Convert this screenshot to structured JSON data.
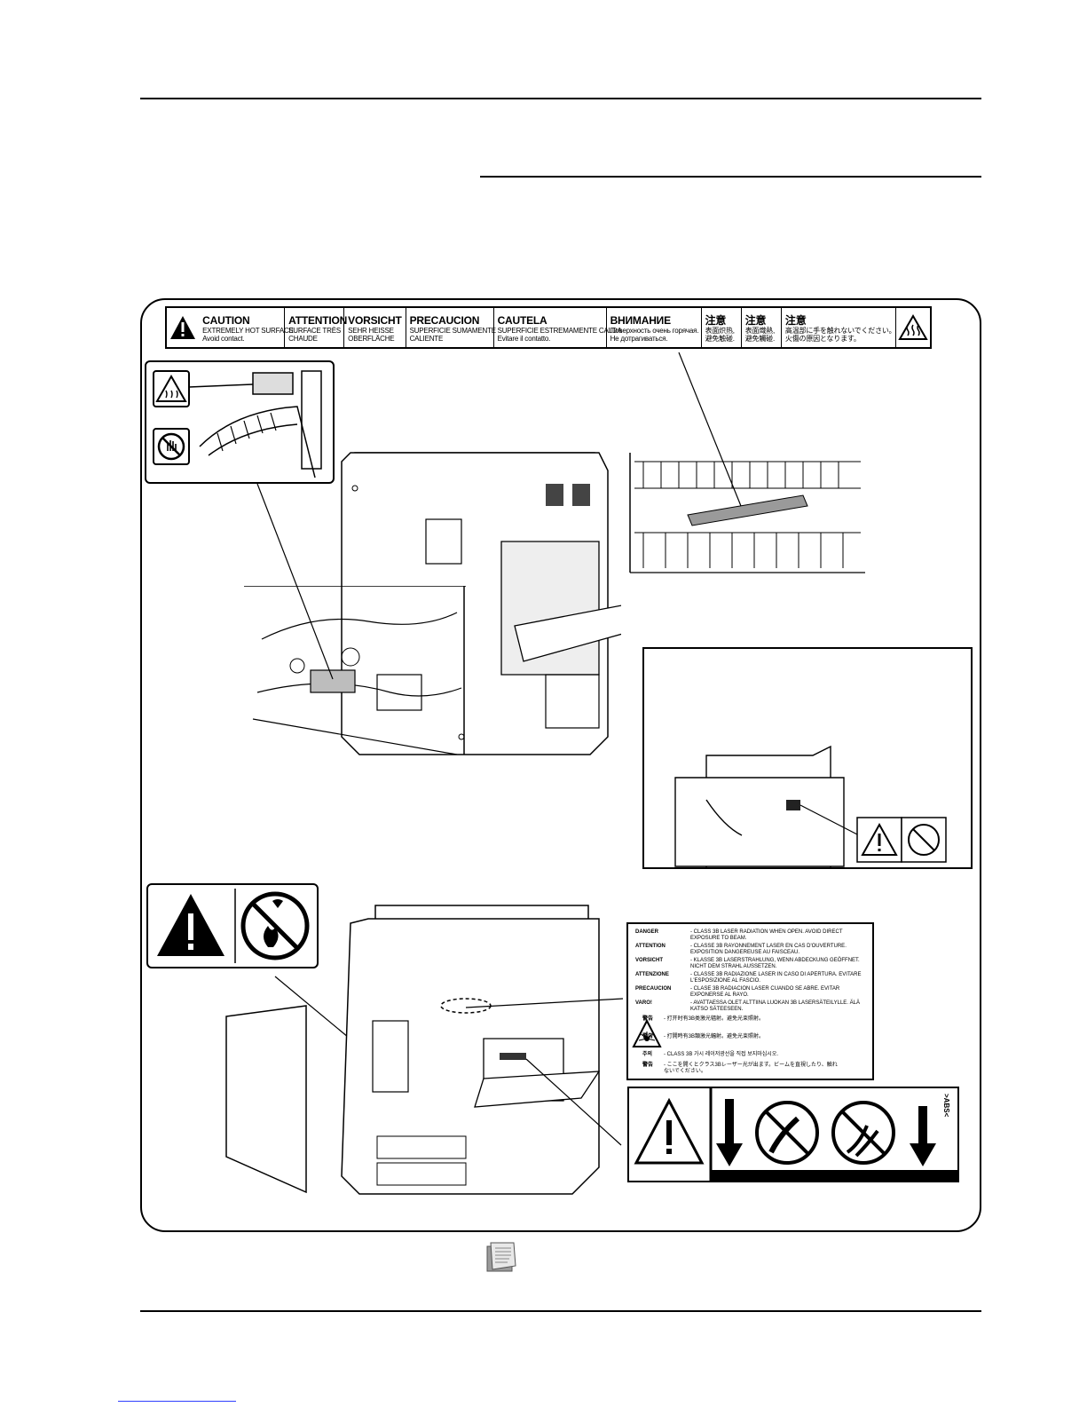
{
  "banner": {
    "cells": [
      {
        "h": "CAUTION",
        "b1": "EXTREMELY HOT SURFACE",
        "b2": "Avoid contact."
      },
      {
        "h": "ATTENTION",
        "b1": "SURFACE TRÈS",
        "b2": "CHAUDE"
      },
      {
        "h": "VORSICHT",
        "b1": "SEHR HEISSE",
        "b2": "OBERFLÄCHE"
      },
      {
        "h": "PRECAUCION",
        "b1": "SUPERFICIE SUMAMENTE",
        "b2": "CALIENTE"
      },
      {
        "h": "CAUTELA",
        "b1": "SUPERFICIE ESTREMAMENTE CALDA",
        "b2": "Evitare il contatto."
      },
      {
        "h": "ВНИМАНИЕ",
        "b1": "Поверхность очень горячая.",
        "b2": "Не дотрагиваться."
      },
      {
        "h": "注意",
        "b1": "表面炽热,",
        "b2": "避免触碰."
      },
      {
        "h": "注意",
        "b1": "表面熾熱,",
        "b2": "避免觸碰."
      },
      {
        "h": "注意",
        "b1": "高温部に手を触れないでください。",
        "b2": "火傷の原因となります。"
      }
    ]
  },
  "laser_label": {
    "rows": [
      {
        "k": "DANGER",
        "v": "- CLASS 3B LASER RADIATION WHEN OPEN. AVOID DIRECT EXPOSURE TO BEAM."
      },
      {
        "k": "ATTENTION",
        "v": "- CLASSE 3B RAYONNEMENT LASER EN CAS D'OUVERTURE. EXPOSITION DANGEREUSE AU FAISCEAU."
      },
      {
        "k": "VORSICHT",
        "v": "- KLASSE 3B LASERSTRAHLUNG, WENN ABDECKUNG GEÖFFNET. NICHT DEM STRAHL AUSSETZEN."
      },
      {
        "k": "ATTENZIONE",
        "v": "- CLASSE 3B RADIAZIONE LASER IN CASO DI APERTURA. EVITARE L'ESPOSIZIONE AL FASCIO."
      },
      {
        "k": "PRECAUCION",
        "v": "- CLASE 3B RADIACION LASER CUANDO SE ABRE. EVITAR EXPONERSE AL RAYO."
      },
      {
        "k": "VARO!",
        "v": "- AVATTAESSA OLET ALTTIINA LUOKAN 3B LASERSÄTEILYLLE. ÄLÄ KATSO SÄTEESEEN."
      },
      {
        "k": "警告",
        "v": "- 打开时有3B类激光辐射。避免光束照射。"
      },
      {
        "k": "警告",
        "v": "- 打開時有3B類激光輻射。避免光束照射。"
      },
      {
        "k": "주의",
        "v": "- CLASS 3B 가시 레이저광선을 직접 보지마십시오."
      },
      {
        "k": "警告",
        "v": "- ここを開くとクラス3Bレーザー光が出ます。ビームを直視したり、触れないでください。"
      }
    ]
  },
  "abs_label": "ABS",
  "colors": {
    "ink": "#000000",
    "label_fill": "#c8c8c8",
    "link": "#2f3fff"
  },
  "icons": [
    "hot-surface-icon",
    "no-touch-icon",
    "caution-icon",
    "no-fire-icon",
    "no-finger-icon",
    "down-arrow-icon",
    "laser-icon",
    "note-icon"
  ]
}
